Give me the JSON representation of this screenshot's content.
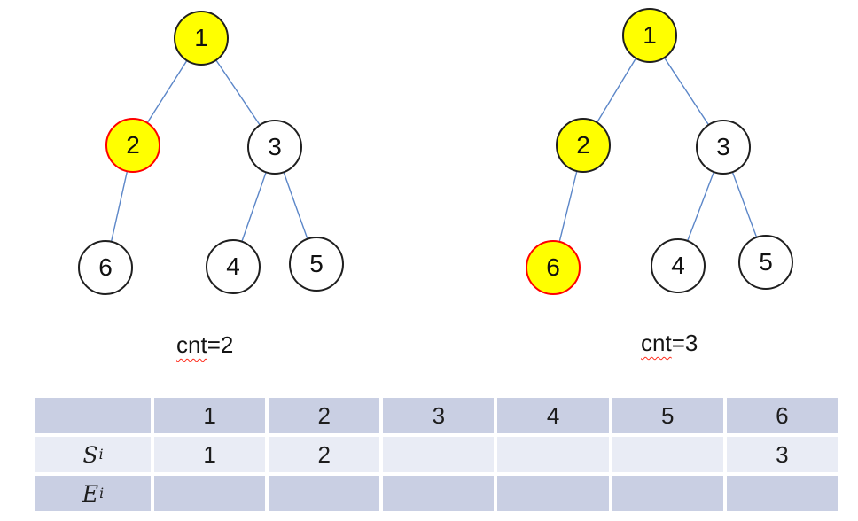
{
  "trees": [
    {
      "side": "left",
      "cnt": {
        "word": "cnt",
        "rest": "=2",
        "value": 2
      },
      "nodes": [
        {
          "label": "1",
          "fill": "yellow",
          "border": "black"
        },
        {
          "label": "2",
          "fill": "yellow",
          "border": "red"
        },
        {
          "label": "3",
          "fill": "white",
          "border": "black"
        },
        {
          "label": "6",
          "fill": "white",
          "border": "black"
        },
        {
          "label": "4",
          "fill": "white",
          "border": "black"
        },
        {
          "label": "5",
          "fill": "white",
          "border": "black"
        }
      ],
      "edges": [
        [
          "1",
          "2"
        ],
        [
          "1",
          "3"
        ],
        [
          "2",
          "6"
        ],
        [
          "3",
          "4"
        ],
        [
          "3",
          "5"
        ]
      ]
    },
    {
      "side": "right",
      "cnt": {
        "word": "cnt",
        "rest": "=3",
        "value": 3
      },
      "nodes": [
        {
          "label": "1",
          "fill": "yellow",
          "border": "black"
        },
        {
          "label": "2",
          "fill": "yellow",
          "border": "black"
        },
        {
          "label": "3",
          "fill": "white",
          "border": "black"
        },
        {
          "label": "6",
          "fill": "yellow",
          "border": "red"
        },
        {
          "label": "4",
          "fill": "white",
          "border": "black"
        },
        {
          "label": "5",
          "fill": "white",
          "border": "black"
        }
      ],
      "edges": [
        [
          "1",
          "2"
        ],
        [
          "1",
          "3"
        ],
        [
          "2",
          "6"
        ],
        [
          "3",
          "4"
        ],
        [
          "3",
          "5"
        ]
      ]
    }
  ],
  "table": {
    "header": [
      "",
      "1",
      "2",
      "3",
      "4",
      "5",
      "6"
    ],
    "rows": [
      {
        "label": {
          "base": "S",
          "sub": "i"
        },
        "cells": [
          "1",
          "2",
          "",
          "",
          "",
          "3"
        ]
      },
      {
        "label": {
          "base": "E",
          "sub": "i"
        },
        "cells": [
          "",
          "",
          "",
          "",
          "",
          ""
        ]
      }
    ]
  },
  "colors": {
    "node_highlight_fill": "#ffff00",
    "node_highlight_border": "#ff0000",
    "node_border": "#1f1f1f",
    "edge_line": "#5b86c8",
    "table_band_dark": "#c9cfe3",
    "table_band_light": "#e9ecf5",
    "spellcheck_underline": "#ff2a1a"
  }
}
